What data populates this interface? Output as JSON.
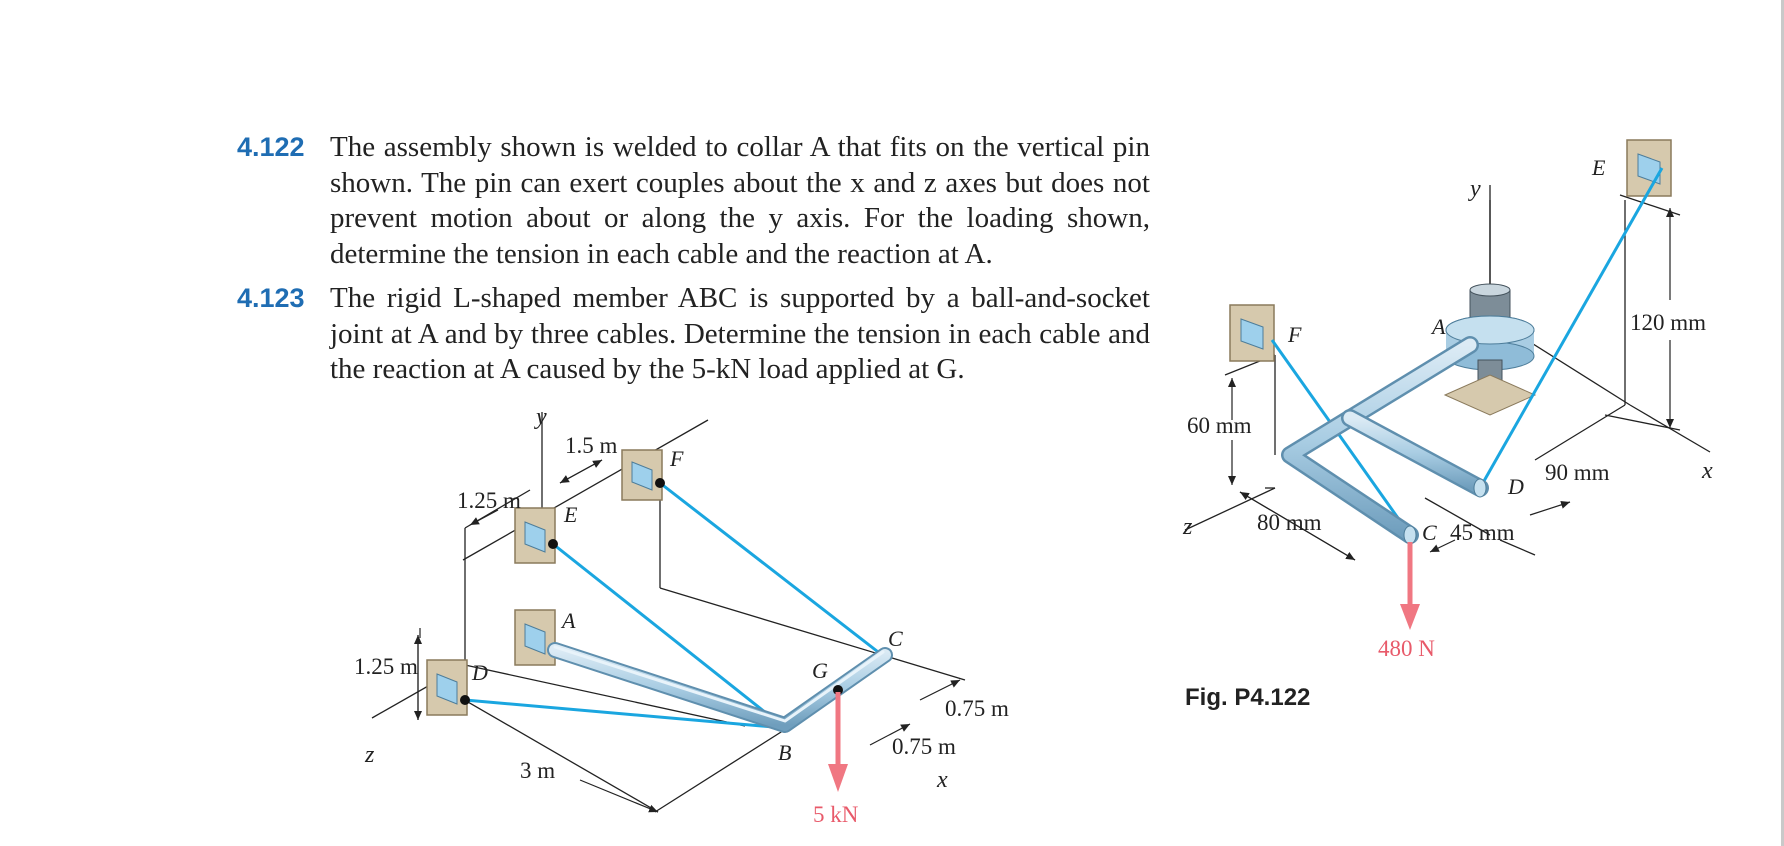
{
  "problems": [
    {
      "number": "4.122",
      "text": "The assembly shown is welded to collar A that fits on the vertical pin shown. The pin can exert couples about the x and z axes but does not prevent motion about or along the y axis. For the loading shown, determine the tension in each cable and the reaction at A."
    },
    {
      "number": "4.123",
      "text": "The rigid L-shaped member ABC is supported by a ball-and-socket joint at A and by three cables. Determine the tension in each cable and the reaction at A caused by the 5-kN load applied at G."
    }
  ],
  "figure_left": {
    "labels": {
      "y": "y",
      "z": "z",
      "x": "x",
      "A": "A",
      "B": "B",
      "C": "C",
      "D": "D",
      "E": "E",
      "F": "F",
      "G": "G"
    },
    "dimensions": {
      "d_1_5": "1.5 m",
      "d_1_25_top": "1.25 m",
      "d_1_25_left": "1.25 m",
      "d_3": "3 m",
      "d_0_75_a": "0.75 m",
      "d_0_75_b": "0.75 m"
    },
    "load": "5 kN"
  },
  "figure_right": {
    "caption": "Fig. P4.122",
    "labels": {
      "y": "y",
      "z": "z",
      "x": "x",
      "A": "A",
      "C": "C",
      "D": "D",
      "E": "E",
      "F": "F"
    },
    "dimensions": {
      "d_120": "120 mm",
      "d_60": "60 mm",
      "d_80": "80 mm",
      "d_90": "90 mm",
      "d_45": "45 mm"
    },
    "load": "480 N"
  },
  "colors": {
    "problem_number": "#1f6db3",
    "cable": "#1aa6e0",
    "load_arrow": "#f07782",
    "member": "#a9cde3"
  }
}
